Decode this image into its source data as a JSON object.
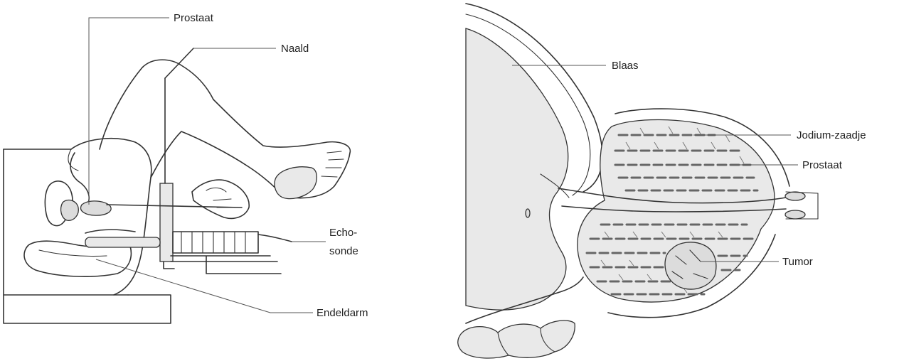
{
  "left_figure": {
    "labels": {
      "prostate": "Prostaat",
      "needle": "Naald",
      "echo_line1": "Echo-",
      "echo_line2": "sonde",
      "rectum": "Endeldarm"
    }
  },
  "right_figure": {
    "labels": {
      "bladder": "Blaas",
      "seed": "Jodium-zaadje",
      "prostate": "Prostaat",
      "tumor": "Tumor"
    }
  },
  "colors": {
    "outline": "#333333",
    "tissue_fill": "#dcdcdc",
    "seed_dash": "#666666",
    "background": "#ffffff"
  }
}
